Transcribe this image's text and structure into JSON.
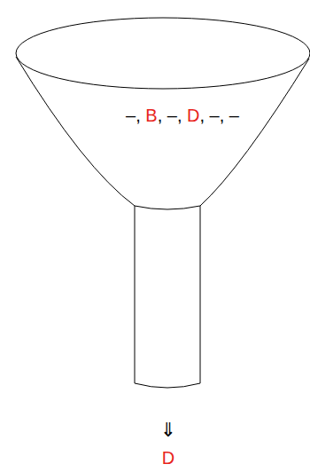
{
  "diagram": {
    "labels": [
      "–, ",
      "B",
      ", –, ",
      "D",
      ", –, –",
      "⇓",
      "D"
    ]
  }
}
